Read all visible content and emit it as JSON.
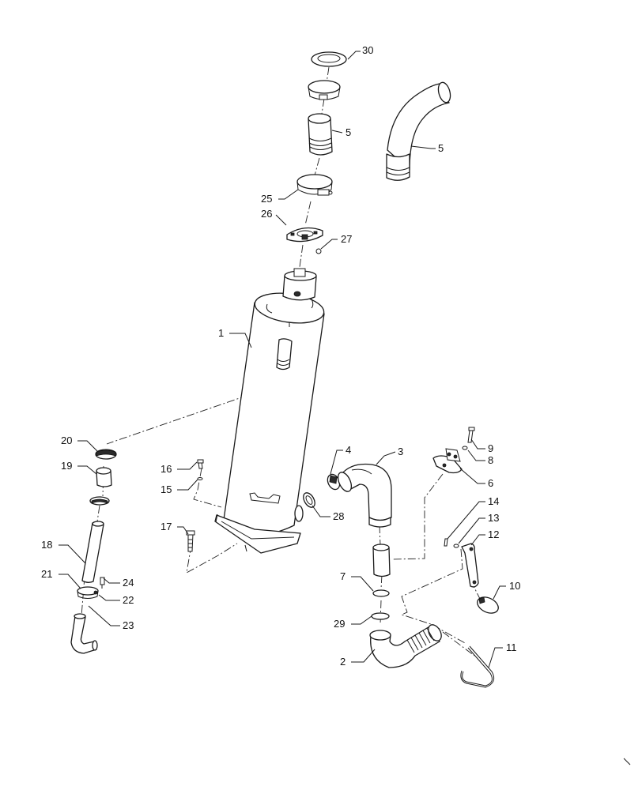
{
  "callouts": [
    {
      "id": "c30",
      "label": "30"
    },
    {
      "id": "c5a",
      "label": "5"
    },
    {
      "id": "c5b",
      "label": "5"
    },
    {
      "id": "c25",
      "label": "25"
    },
    {
      "id": "c26",
      "label": "26"
    },
    {
      "id": "c27",
      "label": "27"
    },
    {
      "id": "c1",
      "label": "1"
    },
    {
      "id": "c20",
      "label": "20"
    },
    {
      "id": "c19",
      "label": "19"
    },
    {
      "id": "c16",
      "label": "16"
    },
    {
      "id": "c15",
      "label": "15"
    },
    {
      "id": "c17",
      "label": "17"
    },
    {
      "id": "c18",
      "label": "18"
    },
    {
      "id": "c21",
      "label": "21"
    },
    {
      "id": "c24",
      "label": "24"
    },
    {
      "id": "c22",
      "label": "22"
    },
    {
      "id": "c23",
      "label": "23"
    },
    {
      "id": "c4",
      "label": "4"
    },
    {
      "id": "c3",
      "label": "3"
    },
    {
      "id": "c28",
      "label": "28"
    },
    {
      "id": "c9",
      "label": "9"
    },
    {
      "id": "c8",
      "label": "8"
    },
    {
      "id": "c6",
      "label": "6"
    },
    {
      "id": "c14",
      "label": "14"
    },
    {
      "id": "c13",
      "label": "13"
    },
    {
      "id": "c12",
      "label": "12"
    },
    {
      "id": "c7",
      "label": "7"
    },
    {
      "id": "c29",
      "label": "29"
    },
    {
      "id": "c10",
      "label": "10"
    },
    {
      "id": "c2",
      "label": "2"
    },
    {
      "id": "c11",
      "label": "11"
    }
  ]
}
